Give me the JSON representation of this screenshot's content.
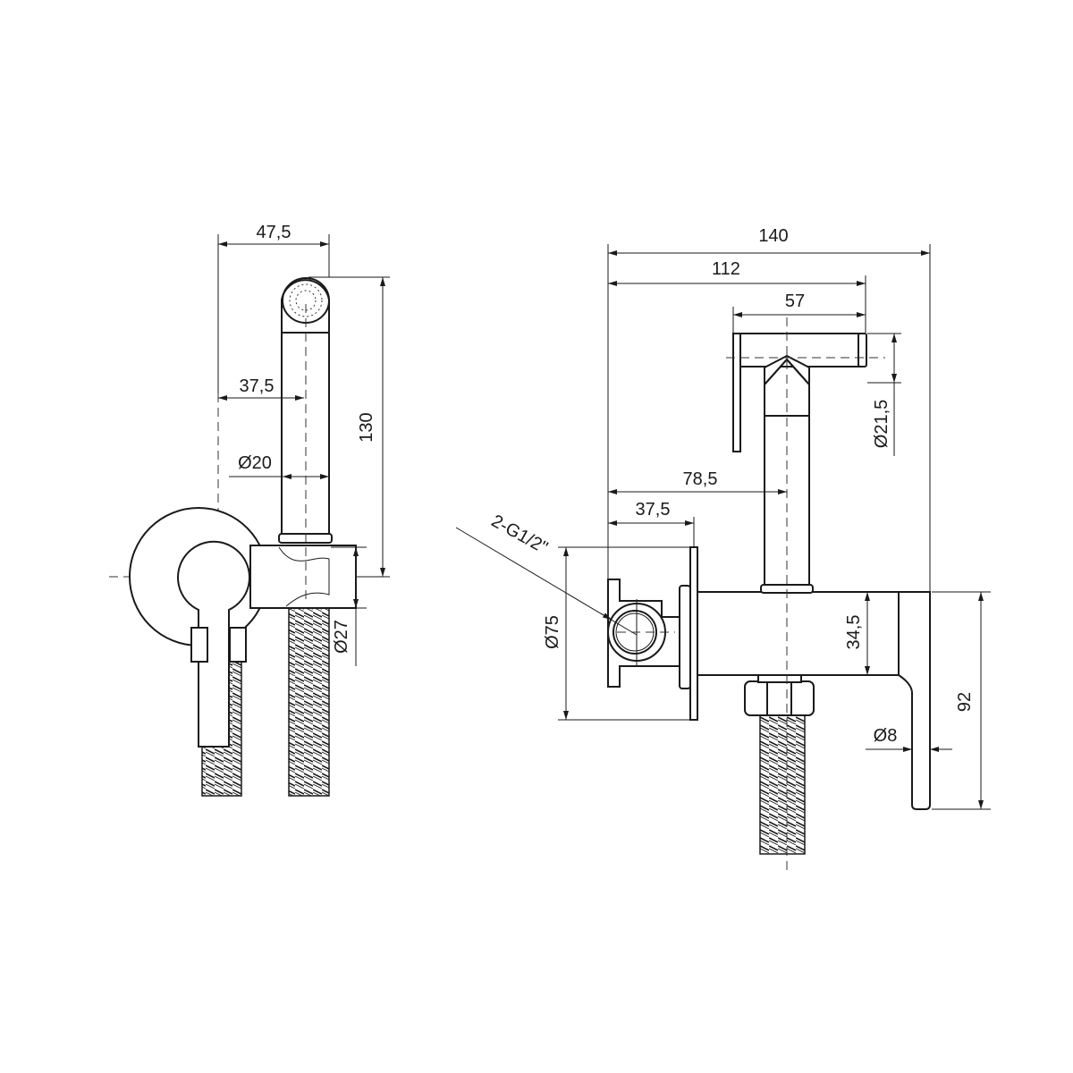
{
  "title": "Hygienic shower set — dimensional drawing",
  "side_view": {
    "dim_width": "47,5",
    "dim_axis_offset": "37,5",
    "dim_handset_diameter": "Ø20",
    "dim_height": "130",
    "dim_holder_diameter": "Ø27"
  },
  "front_view": {
    "dim_total_depth": "140",
    "dim_handset_reach": "112",
    "dim_handset_length": "57",
    "dim_handset_diameter": "Ø21,5",
    "dim_axis_offset": "78,5",
    "dim_plate_offset": "37,5",
    "dim_plate_diameter": "Ø75",
    "dim_body_height": "34,5",
    "dim_lever_height": "92",
    "dim_lever_thickness": "Ø8",
    "thread_label": "2-G1/2\""
  }
}
